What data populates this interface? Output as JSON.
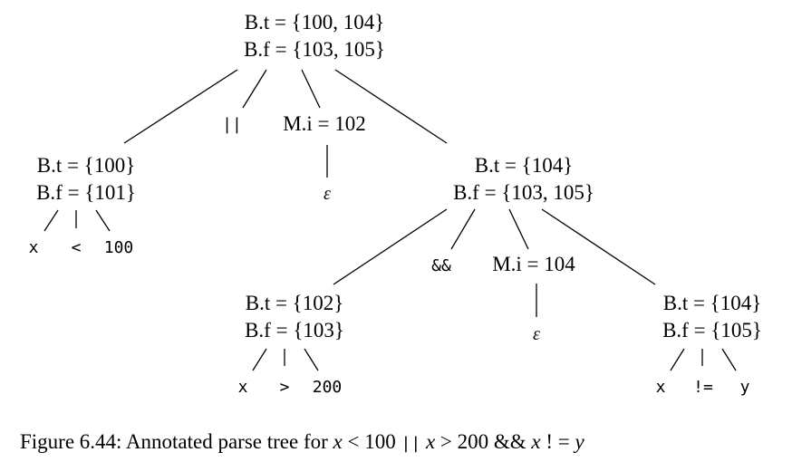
{
  "tree": {
    "root": {
      "t_line": "B.t = {100, 104}",
      "f_line": "B.f = {103, 105}"
    },
    "left": {
      "t_line": "B.t = {100}",
      "f_line": "B.f = {101}"
    },
    "left_tokens": [
      "x",
      "<",
      "100"
    ],
    "or_token": "||",
    "m1": {
      "label": "M.i = 102",
      "child": "ε"
    },
    "right": {
      "t_line": "B.t = {104}",
      "f_line": "B.f = {103, 105}"
    },
    "and_token": "&&",
    "m2": {
      "label": "M.i = 104",
      "child": "ε"
    },
    "rl": {
      "t_line": "B.t = {102}",
      "f_line": "B.f = {103}"
    },
    "rl_tokens": [
      "x",
      ">",
      "200"
    ],
    "rr": {
      "t_line": "B.t = {104}",
      "f_line": "B.f = {105}"
    },
    "rr_tokens": [
      "x",
      "!=",
      "y"
    ]
  },
  "caption": {
    "prefix": "Figure 6.44: Annotated parse tree for ",
    "x1": "x",
    "lt": " < 100 ",
    "or": "||",
    "x2": " x",
    "gt": " > 200 && ",
    "x3": "x",
    "neq": " ! = ",
    "y": "y"
  }
}
